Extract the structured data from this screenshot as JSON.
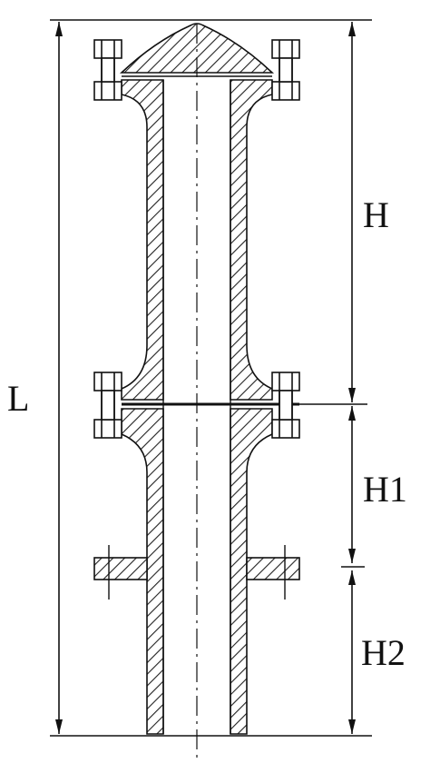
{
  "diagram": {
    "labels": {
      "overall_length": "L",
      "upper_height": "H",
      "middle_height": "H1",
      "lower_height": "H2"
    },
    "colors": {
      "line": "#111111",
      "hatch": "#222222",
      "background": "#ffffff"
    }
  }
}
